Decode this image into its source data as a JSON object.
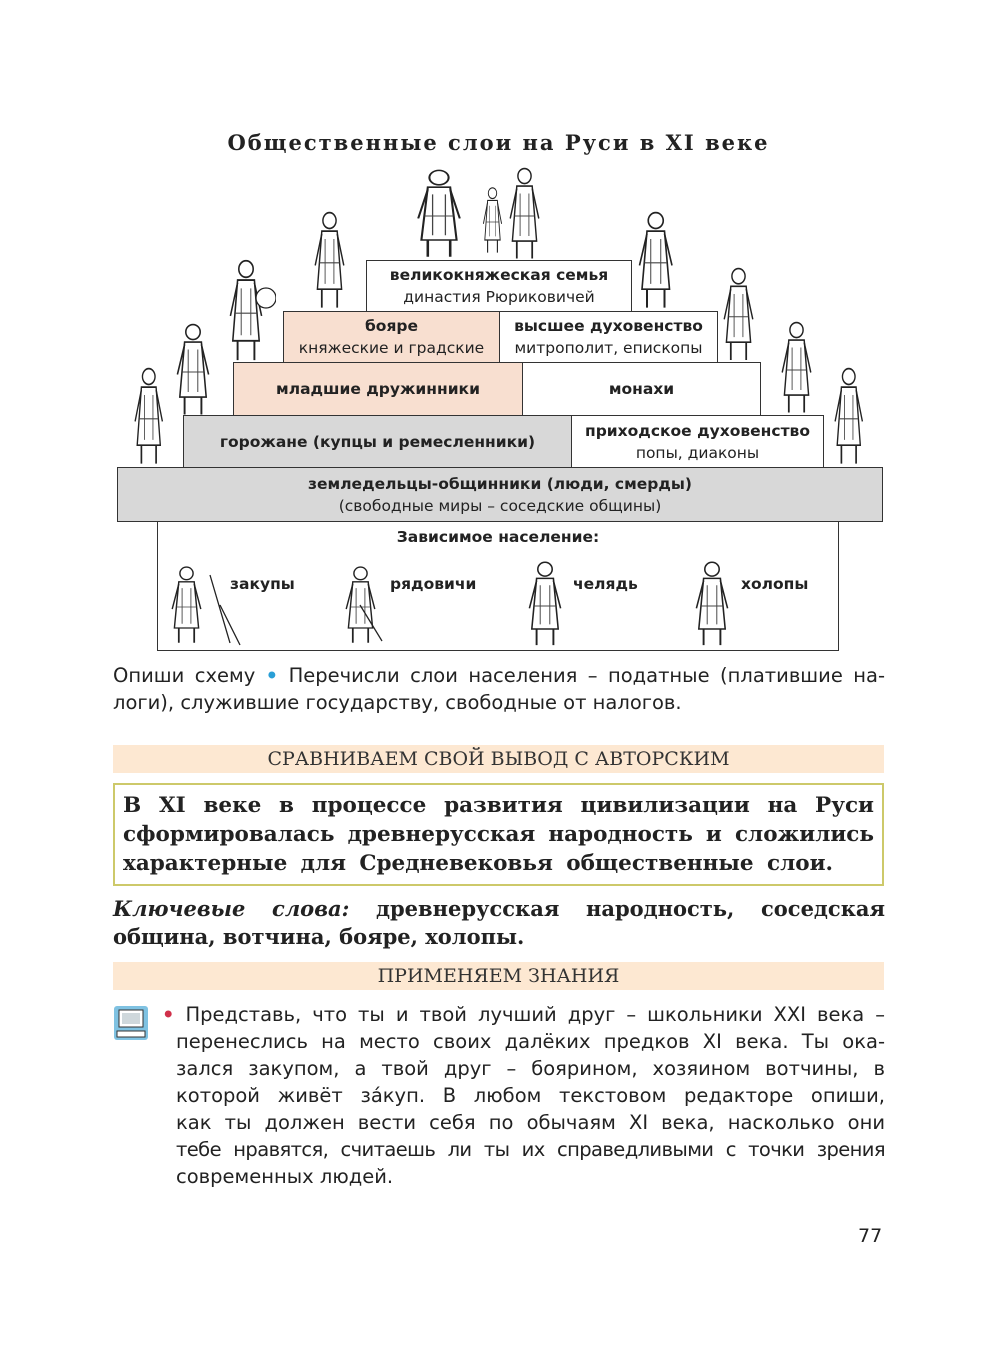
{
  "title": "Общественные слои на Руси в XI веке",
  "pyramid": {
    "grand_family": {
      "name": "великокняжеская семья",
      "sub": "династия Рюриковичей"
    },
    "boyars": {
      "name": "бояре",
      "sub": "княжеские и градские"
    },
    "high_clergy": {
      "name": "высшее духовенство",
      "sub": "митрополит, епископы"
    },
    "junior_guard": {
      "name": "младшие дружинники"
    },
    "monks": {
      "name": "монахи"
    },
    "townspeople": {
      "name": "горожане (купцы и ремесленники)"
    },
    "parish_clergy": {
      "name": "приходское духовенство",
      "sub": "попы, диаконы"
    },
    "farmers": {
      "name": "земледельцы-общинники (люди, смерды)",
      "sub": "(свободные миры – соседские общины)"
    },
    "dependent": {
      "heading": "Зависимое население:",
      "groups": [
        "закупы",
        "рядовичи",
        "челядь",
        "холопы"
      ]
    },
    "colors": {
      "peach": "#f8dfd0",
      "grey": "#d8d8d8"
    }
  },
  "task": {
    "part1": "Опиши схему",
    "part2": "Перечисли слои населения – податные (платившие на-",
    "line2": "логи),  служившие государству, свободные от налогов."
  },
  "section1": "СРАВНИВАЕМ СВОЙ ВЫВОД С АВТОРСКИМ",
  "conclusion": [
    "В XI веке в процессе развития цивилизации на Руси",
    "сформировалась древнерусская народность и сложились",
    "характерные для Средневековья общественные слои."
  ],
  "keywords": {
    "label": "Ключевые слова:",
    "line1": "древнерусская народность, соседская",
    "line2": "община, вотчина, бояре, холопы."
  },
  "section2": "ПРИМЕНЯЕМ ЗНАНИЯ",
  "exercise": {
    "icon": "computer-icon",
    "lines": [
      "Представь, что ты и твой лучший друг – школьники XXI века –",
      "перенеслись на место своих далёких предков XI века. Ты ока-",
      "зался закупом, а твой друг – боярином, хозяином вотчины, в",
      "которой живёт за́куп. В любом текстовом редакторе опиши,",
      "как ты должен вести себя по обычаям XI века, насколько они",
      "тебе нравятся, считаешь ли ты их справедливыми с точки зрения",
      "современных людей."
    ]
  },
  "page_number": "77"
}
